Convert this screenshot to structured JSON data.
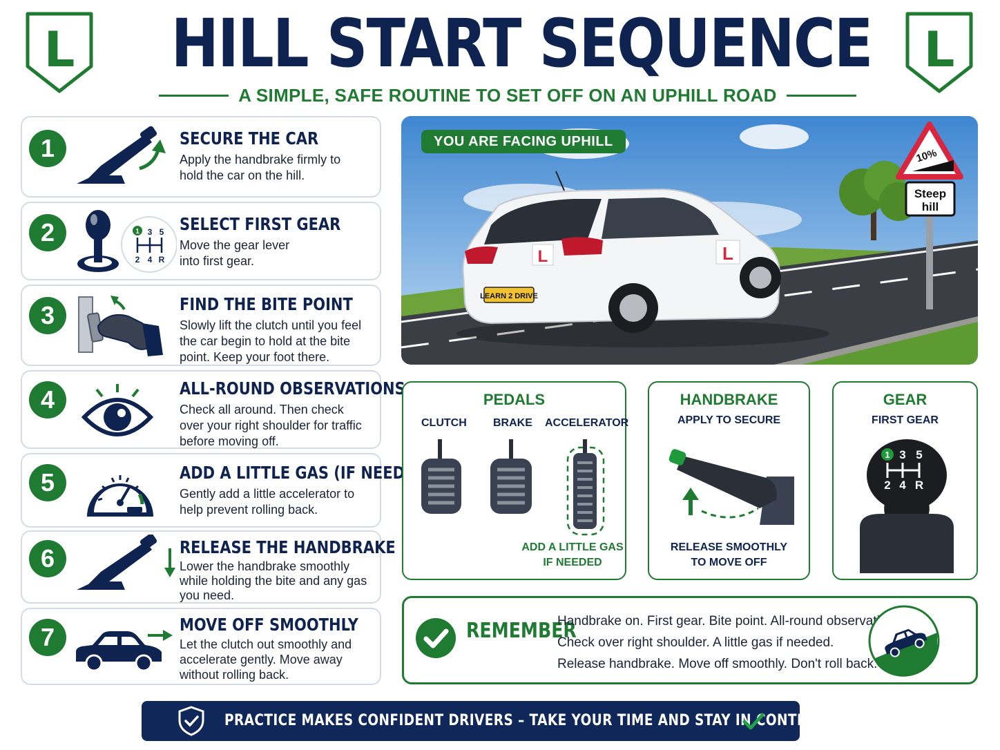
{
  "header": {
    "title": "HILL START SEQUENCE",
    "subtitle": "A SIMPLE, SAFE ROUTINE TO SET OFF ON AN UPHILL ROAD",
    "plate_letter": "L"
  },
  "steps": [
    {
      "number": "1",
      "title": "SECURE THE CAR",
      "desc": "Apply the handbrake firmly to hold the car on the hill.",
      "icon": "handbrake-up-icon"
    },
    {
      "number": "2",
      "title": "SELECT FIRST GEAR",
      "desc": "Move the gear lever into first gear.",
      "icon": "gear-lever-icon"
    },
    {
      "number": "3",
      "title": "FIND THE BITE POINT",
      "desc": "Slowly lift the clutch until you feel the car begin to hold at the bite point. Keep your foot there.",
      "icon": "foot-clutch-icon"
    },
    {
      "number": "4",
      "title": "ALL-ROUND OBSERVATIONS",
      "desc": "Check all around. Then check over your right shoulder for traffic before moving off.",
      "icon": "eye-icon"
    },
    {
      "number": "5",
      "title": "ADD A LITTLE GAS (IF NEEDED)",
      "desc": "Gently add a little accelerator to help prevent rolling back.",
      "icon": "speedometer-icon"
    },
    {
      "number": "6",
      "title": "RELEASE THE HANDBRAKE",
      "desc": "Lower the handbrake smoothly while holding the bite and any gas you need.",
      "icon": "handbrake-down-icon"
    },
    {
      "number": "7",
      "title": "MOVE OFF SMOOTHLY",
      "desc": "Let the clutch out smoothly and accelerate gently. Move away without rolling back.",
      "icon": "car-moving-icon"
    }
  ],
  "gear_pattern": {
    "top": [
      "1",
      "3",
      "5"
    ],
    "bottom": [
      "2",
      "4",
      "R"
    ]
  },
  "photo": {
    "facing_label": "YOU ARE FACING UPHILL",
    "sign_grade": "10%",
    "sign_line1": "Steep",
    "sign_line2": "hill",
    "number_plate": "LEARN 2 DRIVE",
    "plate_letter": "L"
  },
  "panels": {
    "pedals": {
      "title": "PEDALS",
      "clutch": "CLUTCH",
      "brake": "BRAKE",
      "accelerator": "ACCELERATOR",
      "note_line1": "ADD A LITTLE GAS",
      "note_line2": "IF NEEDED"
    },
    "handbrake": {
      "title": "HANDBRAKE",
      "sub": "APPLY TO SECURE",
      "note_line1": "RELEASE SMOOTHLY",
      "note_line2": "TO MOVE OFF"
    },
    "gear": {
      "title": "GEAR",
      "sub": "FIRST GEAR"
    }
  },
  "remember": {
    "label": "REMEMBER",
    "line1": "Handbrake on. First gear. Bite point. All-round observations.",
    "line2": "Check over right shoulder. A little gas if needed.",
    "line3": "Release handbrake. Move off smoothly. Don't roll back."
  },
  "footer": {
    "text": "PRACTICE MAKES CONFIDENT DRIVERS – TAKE YOUR TIME AND STAY IN CONTROL."
  },
  "colors": {
    "navy": "#0f2350",
    "green": "#1f7a32",
    "footer_bg": "#10275a"
  }
}
